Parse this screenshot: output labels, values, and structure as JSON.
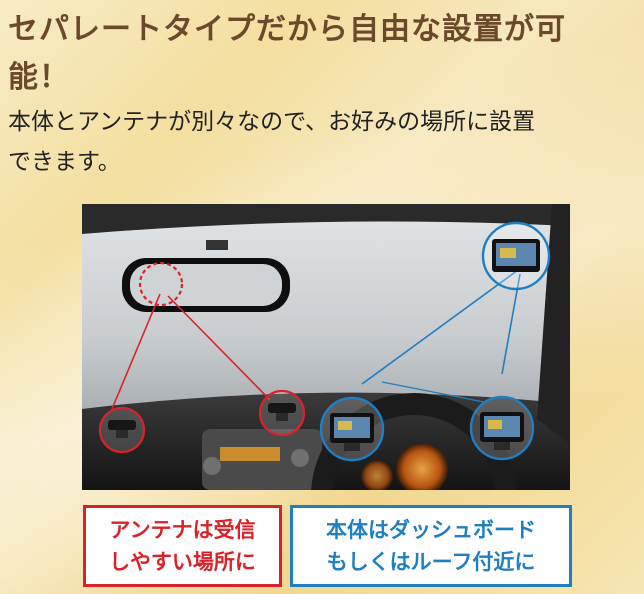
{
  "heading": {
    "line1": "セパレートタイプだから自由な設置が可",
    "line2": "能！"
  },
  "description": {
    "line1": "本体とアンテナが別々なので、お好みの場所に設置",
    "line2": "できます。"
  },
  "labels": {
    "antenna": {
      "line1": "アンテナは受信",
      "line2": "しやすい場所に"
    },
    "unit": {
      "line1": "本体はダッシュボード",
      "line2": "もしくはルーフ付近に"
    }
  },
  "colors": {
    "heading": "#6a4a2a",
    "antenna_accent": "#d8232a",
    "unit_accent": "#1f7fc1"
  },
  "icons": {
    "antenna_marker": "dashed-circle-marker",
    "antenna_device": "antenna-device-icon",
    "unit_device": "radar-detector-unit-icon"
  }
}
